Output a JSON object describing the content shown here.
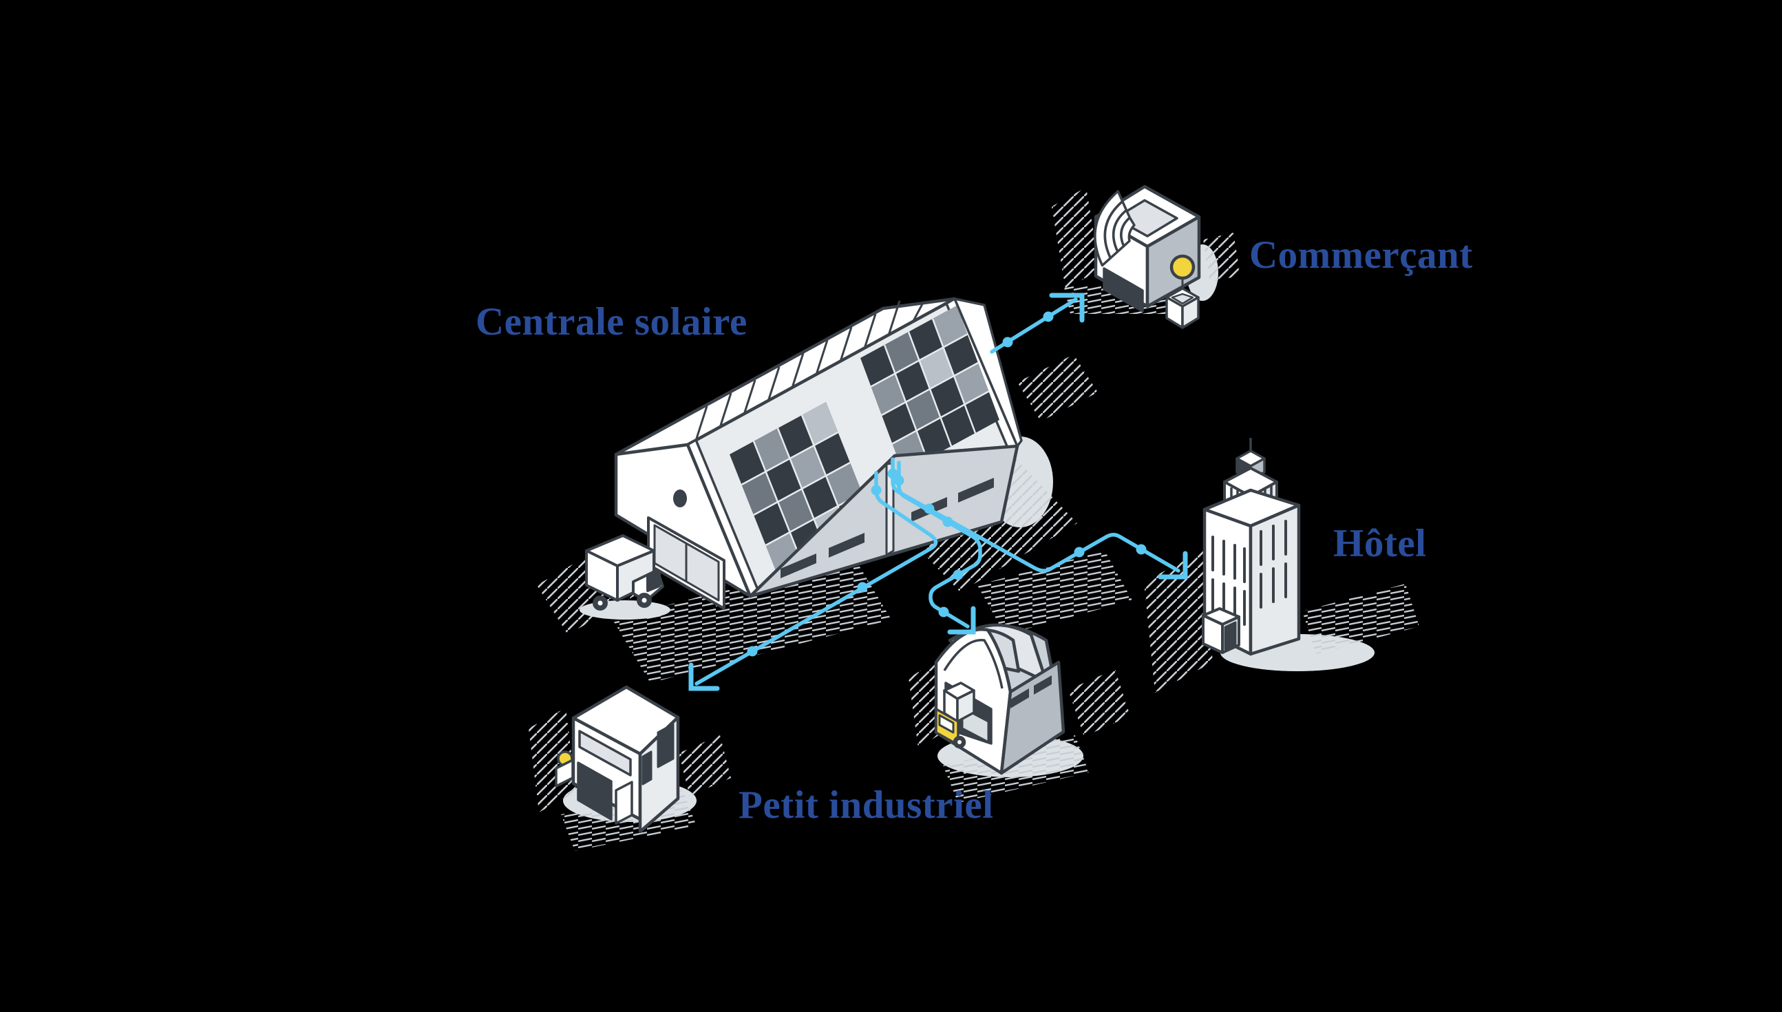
{
  "diagram": {
    "background_color": "#000000",
    "connection_color": "#5AC8F2",
    "label_color": "#2A4D9B",
    "accent_yellow": "#F2D43D",
    "outline_color": "#3A4149",
    "nodes": [
      {
        "id": "centrale-solaire",
        "label": "Centrale solaire",
        "type": "solar-plant"
      },
      {
        "id": "commercant",
        "label": "Commerçant",
        "type": "shop"
      },
      {
        "id": "hotel",
        "label": "Hôtel",
        "type": "hotel-tower"
      },
      {
        "id": "petit-industriel",
        "label": "Petit industriel",
        "type": "small-industrial"
      },
      {
        "id": "atelier",
        "label": "",
        "type": "arched-warehouse"
      }
    ],
    "connections": [
      {
        "from": "centrale-solaire",
        "to": "commercant"
      },
      {
        "from": "centrale-solaire",
        "to": "hotel"
      },
      {
        "from": "centrale-solaire",
        "to": "petit-industriel"
      },
      {
        "from": "centrale-solaire",
        "to": "atelier"
      }
    ]
  }
}
